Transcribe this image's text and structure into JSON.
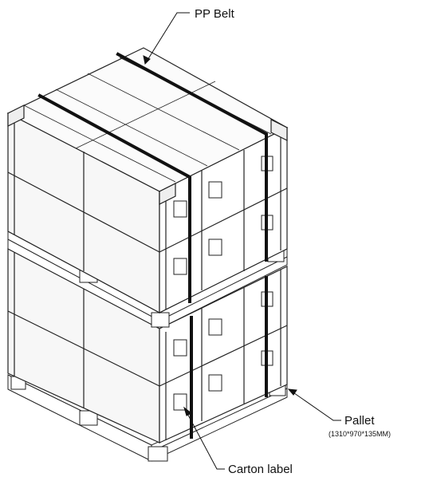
{
  "callouts": {
    "belt": "PP Belt",
    "pallet": "Pallet",
    "pallet_dims": "(1310*970*135MM)",
    "carton": "Carton label"
  },
  "colors": {
    "line": "#222222",
    "belt": "#111111",
    "face_left": "#f7f7f7",
    "face_right": "#ffffff",
    "face_top": "#fbfbfb"
  }
}
